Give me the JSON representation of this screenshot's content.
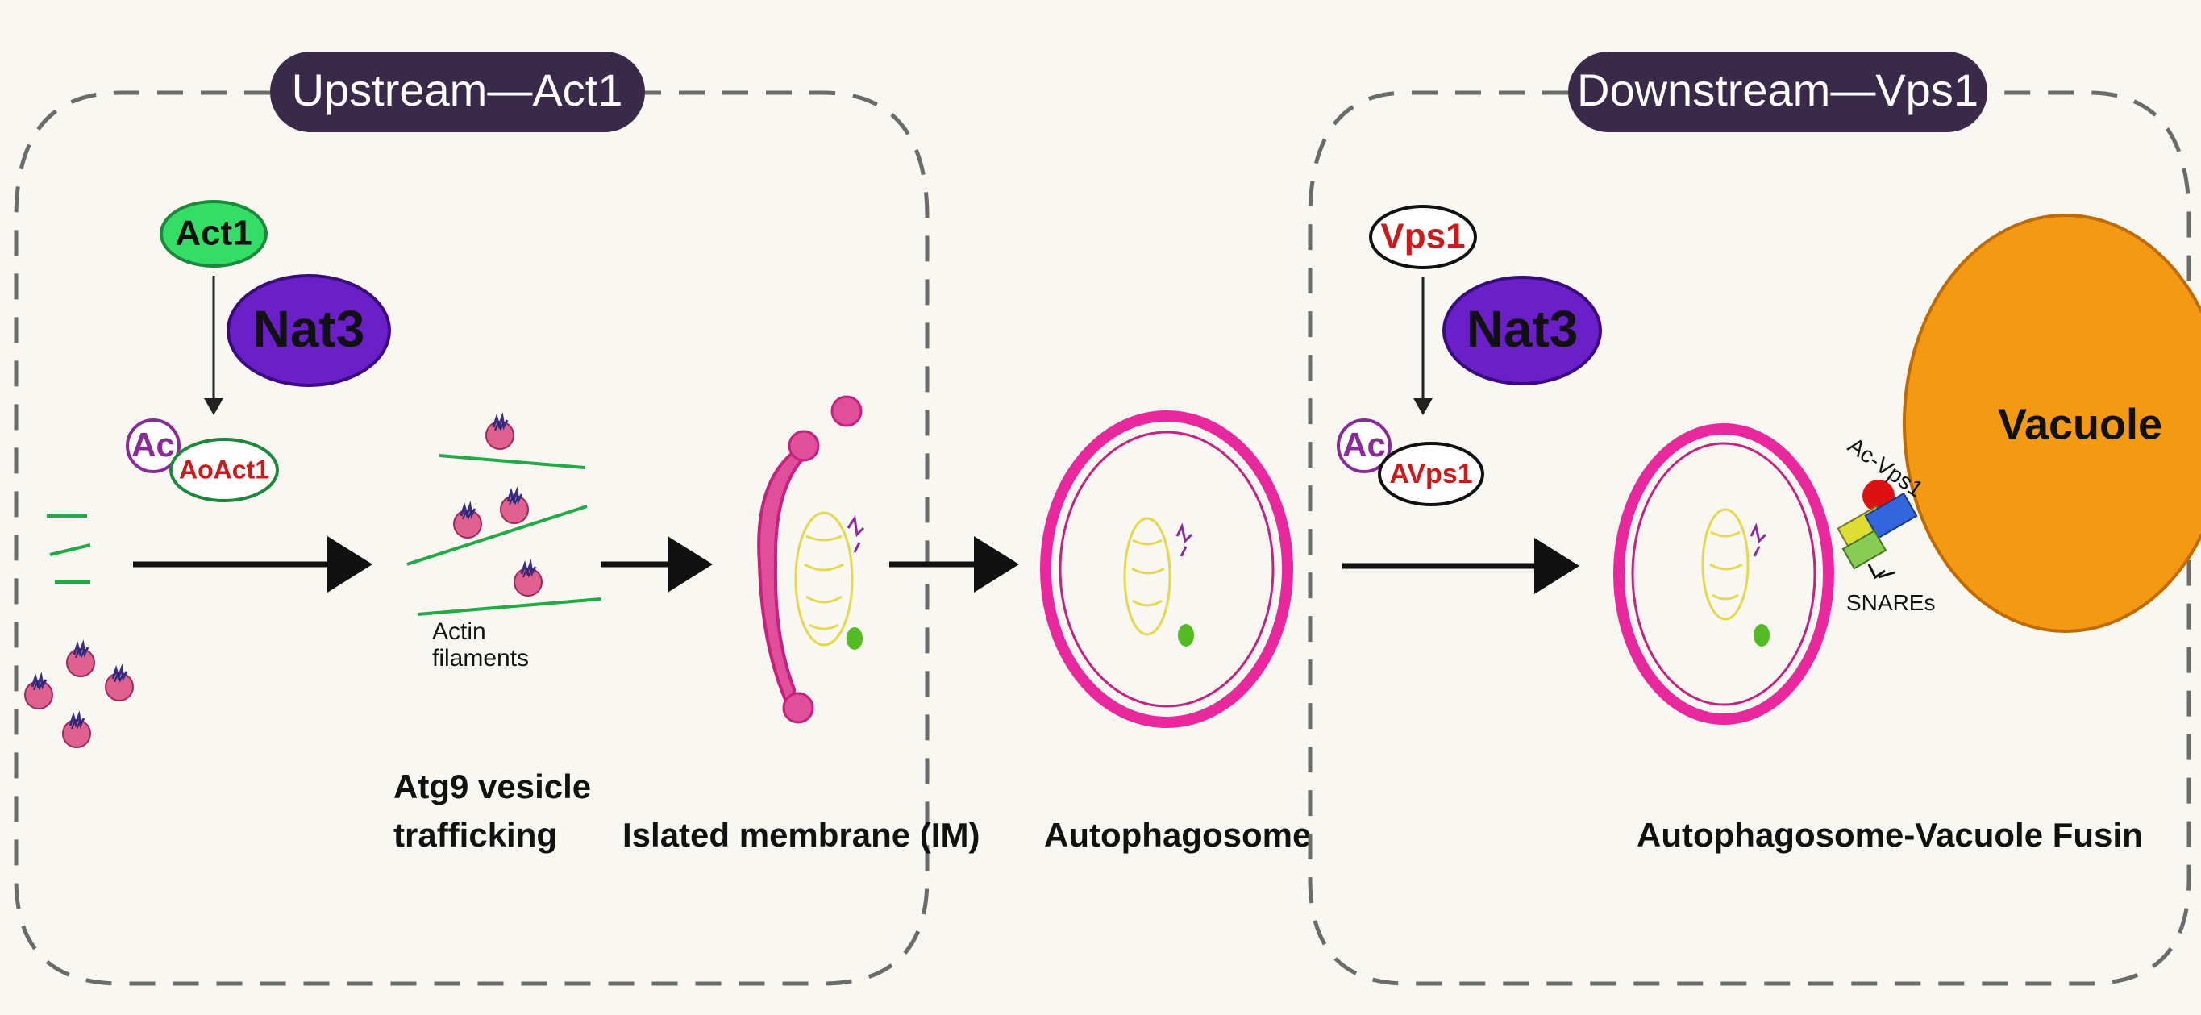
{
  "panels": {
    "upstream": {
      "title": "Upstream—Act1"
    },
    "downstream": {
      "title": "Downstream—Vps1"
    }
  },
  "molecules": {
    "act1": "Act1",
    "nat3_left": "Nat3",
    "ac_left": "Ac",
    "ac_act1": "AoAct1",
    "vps1": "Vps1",
    "nat3_right": "Nat3",
    "ac_right": "Ac",
    "ac_vps1": "AVps1",
    "vacuole": "Vacuole",
    "ac_vps1_label": "Ac-Vps1",
    "snares": "SNAREs"
  },
  "labels": {
    "actin_line1": "Actin",
    "actin_line2": "filaments",
    "atg9_line1": "Atg9 vesicle",
    "atg9_line2": "trafficking",
    "isolated_membrane": "Islated membrane (IM)",
    "autophagosome": "Autophagosome",
    "fusion": "Autophagosome-Vacuole Fusin"
  },
  "colors": {
    "title_bg": "#3a2a4a",
    "dash": "#6b6b6b",
    "act1_fill": "#33dd66",
    "nat3_fill": "#6a1fc8",
    "membrane": "#e8289c",
    "vacuole": "#f39a12",
    "actin": "#22aa44",
    "vesicle": "#e0608f",
    "cargo": "#e6d84a"
  },
  "icons": {
    "arrow": "right-arrow-icon",
    "vesicle": "atg9-vesicle-icon",
    "snare": "snare-complex-icon",
    "cargo": "cargo-helix-icon"
  }
}
